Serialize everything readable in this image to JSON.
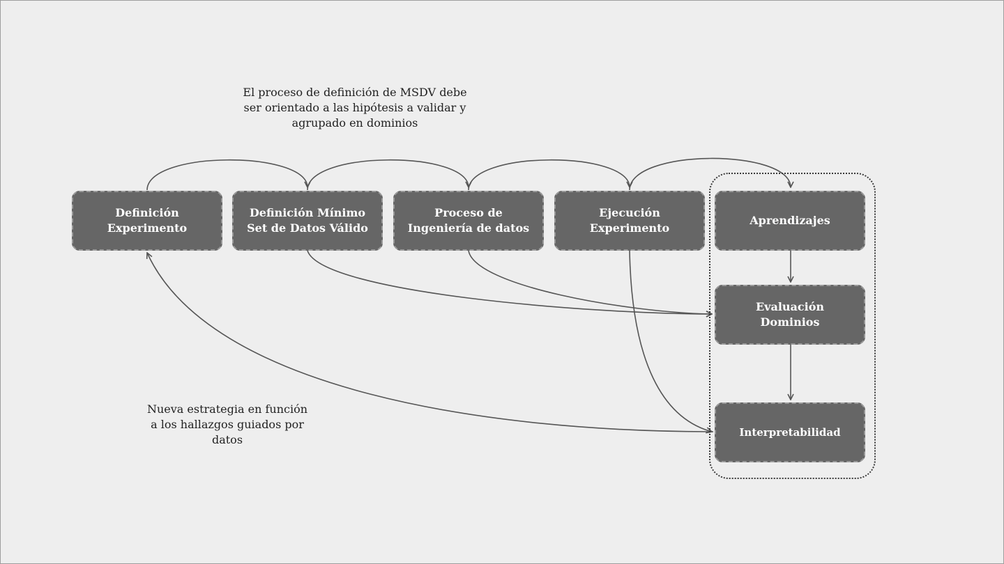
{
  "diagram": {
    "nodes": [
      {
        "id": "definicion-experimento",
        "label": "Definición\nExperimento"
      },
      {
        "id": "definicion-msdv",
        "label": "Definición Mínimo\nSet de Datos Válido"
      },
      {
        "id": "ingenieria-datos",
        "label": "Proceso de\nIngeniería de datos"
      },
      {
        "id": "ejecucion-experimento",
        "label": "Ejecución\nExperimento"
      },
      {
        "id": "aprendizajes",
        "label": "Aprendizajes"
      },
      {
        "id": "evaluacion-dominios",
        "label": "Evaluación\nDominios"
      },
      {
        "id": "interpretabilidad",
        "label": "Interpretabilidad"
      }
    ],
    "notes": {
      "top": "El proceso de definición de MSDV debe\nser orientado a las hipótesis a validar y\nagrupado en dominios",
      "bottom": "Nueva estrategia en función\na los hallazgos guiados por\ndatos"
    },
    "edges": [
      {
        "from": "definicion-experimento",
        "to": "definicion-msdv"
      },
      {
        "from": "definicion-msdv",
        "to": "ingenieria-datos"
      },
      {
        "from": "ingenieria-datos",
        "to": "ejecucion-experimento"
      },
      {
        "from": "ejecucion-experimento",
        "to": "aprendizajes"
      },
      {
        "from": "aprendizajes",
        "to": "evaluacion-dominios"
      },
      {
        "from": "evaluacion-dominios",
        "to": "interpretabilidad"
      },
      {
        "from": "definicion-msdv",
        "to": "evaluacion-dominios"
      },
      {
        "from": "ingenieria-datos",
        "to": "evaluacion-dominios"
      },
      {
        "from": "ejecucion-experimento",
        "to": "interpretabilidad"
      },
      {
        "from": "interpretabilidad",
        "to": "definicion-experimento"
      }
    ]
  },
  "colors": {
    "background": "#eeeeee",
    "node_fill": "#666666",
    "node_border": "#9a9a9a",
    "node_text": "#ffffff",
    "edge": "#555555",
    "note_text": "#222222"
  }
}
